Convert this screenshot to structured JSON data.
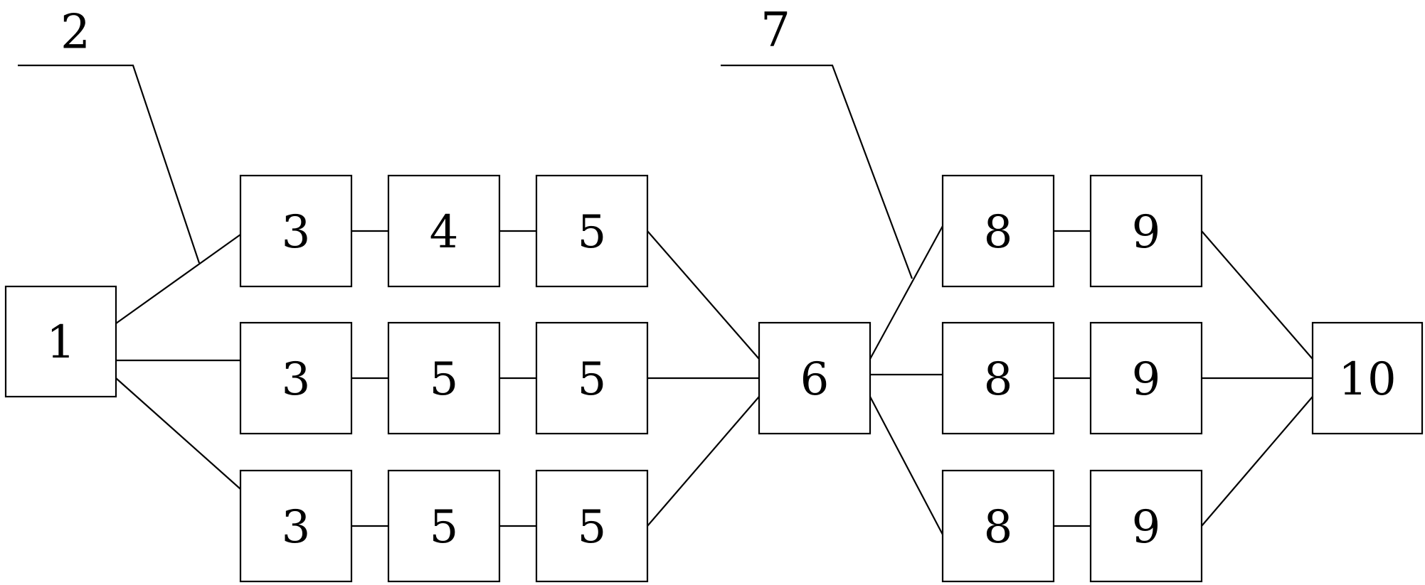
{
  "diagram": {
    "colors": {
      "line": "#000000",
      "box_fill": "#ffffff"
    },
    "callouts": [
      {
        "id": "c2",
        "label": "2"
      },
      {
        "id": "c7",
        "label": "7"
      }
    ],
    "boxes": [
      {
        "id": "n1",
        "label": "1"
      },
      {
        "id": "n3a",
        "label": "3"
      },
      {
        "id": "n4",
        "label": "4"
      },
      {
        "id": "n5a",
        "label": "5"
      },
      {
        "id": "n3b",
        "label": "3"
      },
      {
        "id": "n5b",
        "label": "5"
      },
      {
        "id": "n5c",
        "label": "5"
      },
      {
        "id": "n3c",
        "label": "3"
      },
      {
        "id": "n5d",
        "label": "5"
      },
      {
        "id": "n5e",
        "label": "5"
      },
      {
        "id": "n6",
        "label": "6"
      },
      {
        "id": "n8a",
        "label": "8"
      },
      {
        "id": "n9a",
        "label": "9"
      },
      {
        "id": "n8b",
        "label": "8"
      },
      {
        "id": "n9b",
        "label": "9"
      },
      {
        "id": "n8c",
        "label": "8"
      },
      {
        "id": "n9c",
        "label": "9"
      },
      {
        "id": "n10",
        "label": "10"
      }
    ],
    "connections": [
      [
        "n1",
        "n3a"
      ],
      [
        "n1",
        "n3b"
      ],
      [
        "n1",
        "n3c"
      ],
      [
        "n3a",
        "n4"
      ],
      [
        "n4",
        "n5a"
      ],
      [
        "n3b",
        "n5b"
      ],
      [
        "n5b",
        "n5c"
      ],
      [
        "n3c",
        "n5d"
      ],
      [
        "n5d",
        "n5e"
      ],
      [
        "n5a",
        "n6"
      ],
      [
        "n5c",
        "n6"
      ],
      [
        "n5e",
        "n6"
      ],
      [
        "n6",
        "n8a"
      ],
      [
        "n6",
        "n8b"
      ],
      [
        "n6",
        "n8c"
      ],
      [
        "n8a",
        "n9a"
      ],
      [
        "n8b",
        "n9b"
      ],
      [
        "n8c",
        "n9c"
      ],
      [
        "n9a",
        "n10"
      ],
      [
        "n9b",
        "n10"
      ],
      [
        "n9c",
        "n10"
      ]
    ]
  }
}
